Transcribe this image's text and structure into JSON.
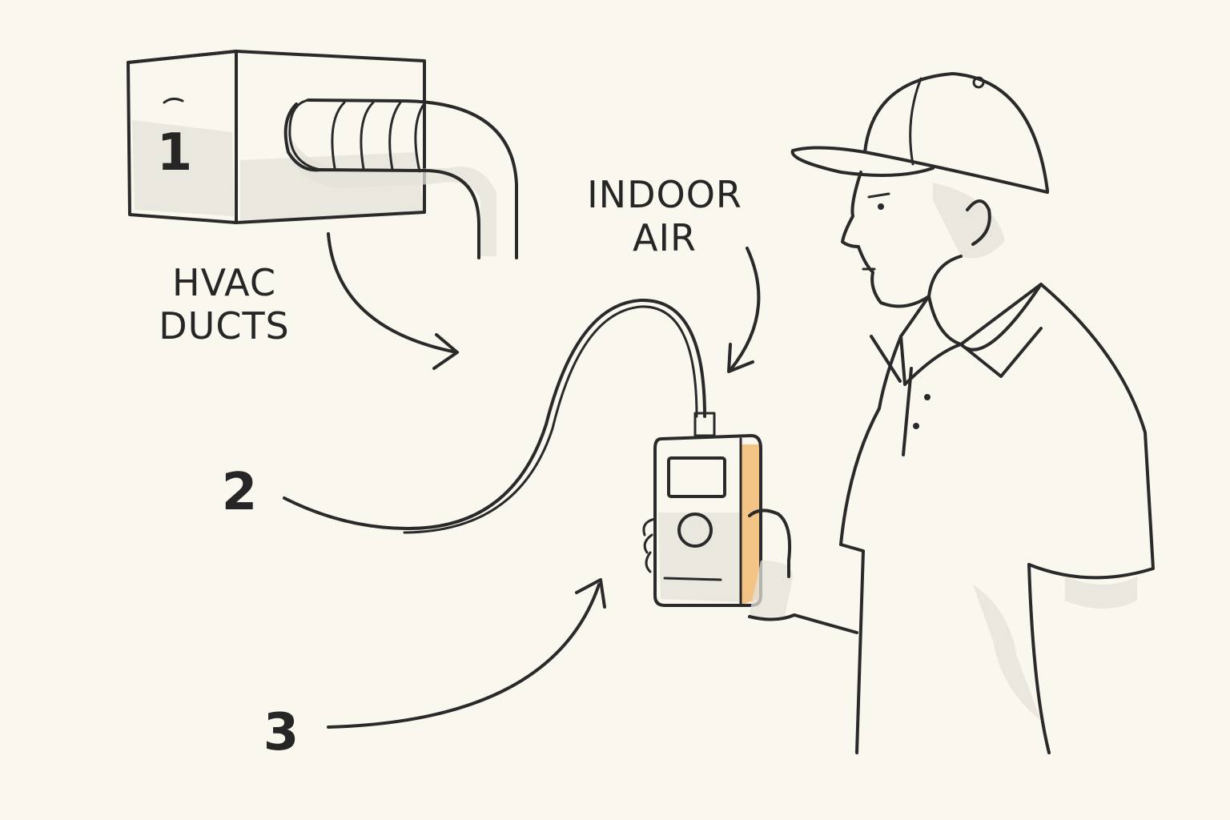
{
  "labels": {
    "hvac_ducts": "HVAC\nDUCTS",
    "indoor_air": "INDOOR\nAIR",
    "step_1": "1",
    "step_2": "2",
    "step_3": "3"
  },
  "icons": [
    "hvac-box-icon",
    "duct-pipe-icon",
    "air-quality-meter-icon",
    "technician-icon",
    "arrow-icon"
  ],
  "colors": {
    "background": "#faf7ef",
    "ink": "#2a2a2a",
    "accent": "#f2b56b"
  }
}
